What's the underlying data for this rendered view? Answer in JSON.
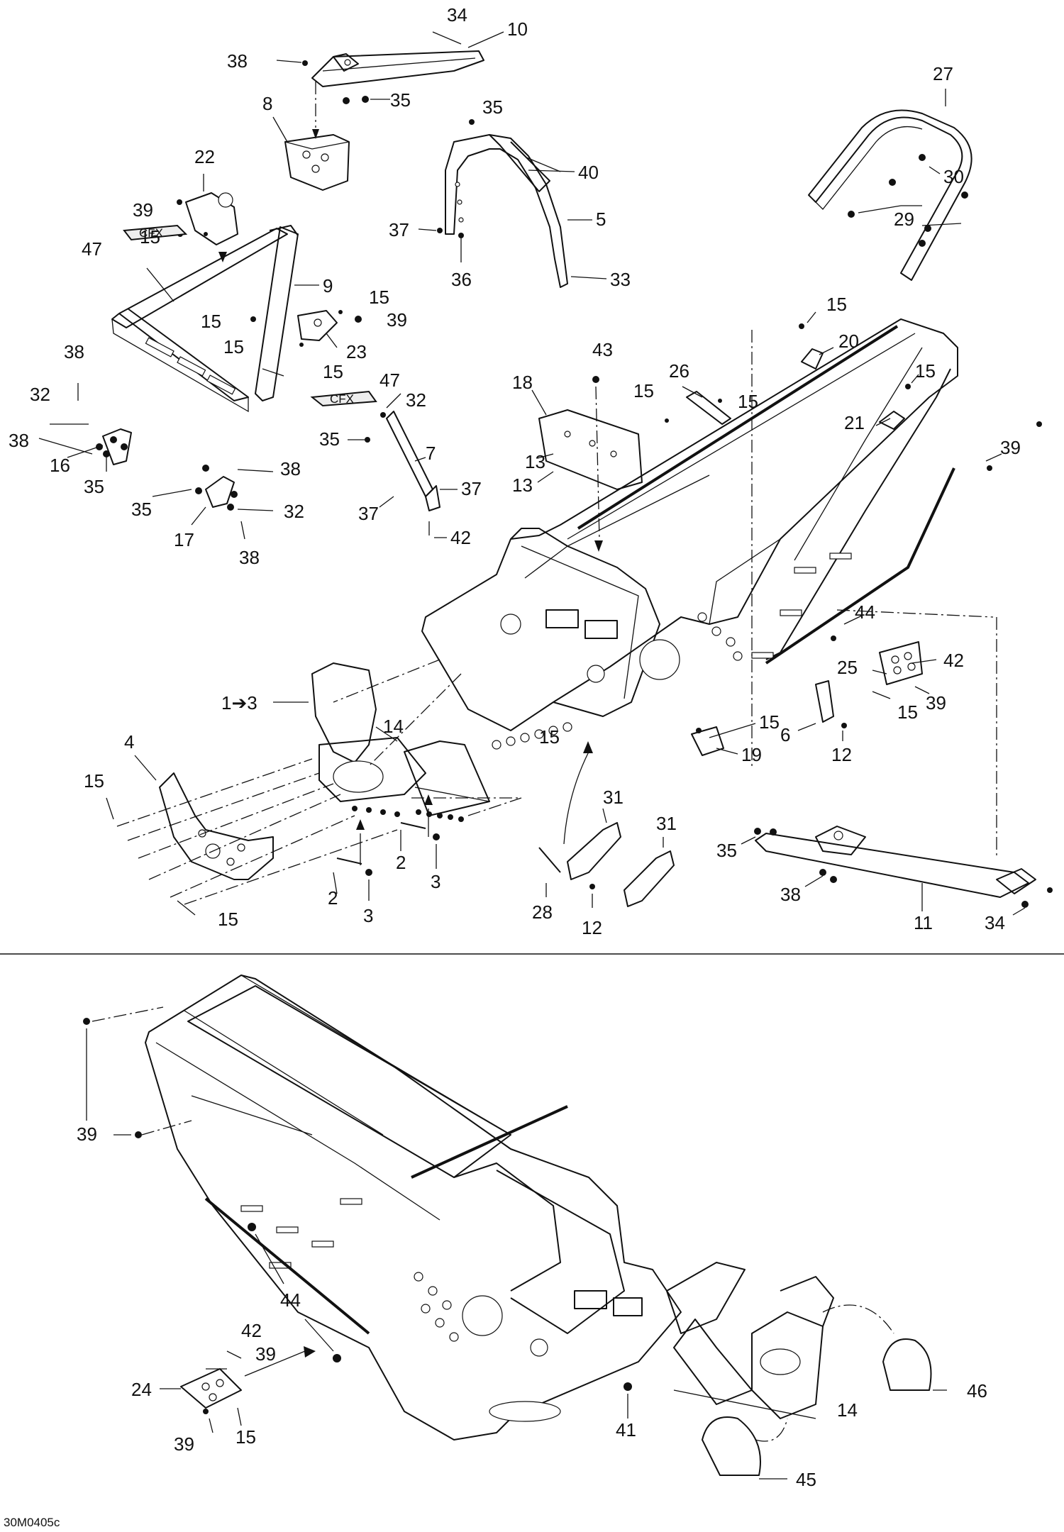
{
  "diagram": {
    "reference_code": "30M0405c",
    "upper_view_callouts": {
      "c34_top": "34",
      "c10": "10",
      "c38_top": "38",
      "c35_top": "35",
      "c8": "8",
      "c35_handle": "35",
      "c40": "40",
      "c5": "5",
      "c37_handle": "37",
      "c36": "36",
      "c33": "33",
      "c27": "27",
      "c30": "30",
      "c29": "29",
      "c22": "22",
      "c39_a": "39",
      "c15_a": "15",
      "c47_a": "47",
      "c9": "9",
      "c15_b": "15",
      "c39_b": "39",
      "c15_c": "15",
      "c15_d": "15",
      "c23": "23",
      "c15_e": "15",
      "c47_b": "47",
      "c32_a": "32",
      "c35_b": "35",
      "c7": "7",
      "c38_a": "38",
      "c32_b": "32",
      "c38_b": "38",
      "c16": "16",
      "c35_c": "35",
      "c38_c": "38",
      "c35_d": "35",
      "c32_c": "32",
      "c17": "17",
      "c38_d": "38",
      "c37_a": "37",
      "c37_b": "37",
      "c42_a": "42",
      "c43": "43",
      "c18": "18",
      "c26": "26",
      "c15_f": "15",
      "c15_g": "15",
      "c13_a": "13",
      "c13_b": "13",
      "c15_h": "15",
      "c20": "20",
      "c15_i": "15",
      "c21": "21",
      "c39_c": "39",
      "c44_a": "44",
      "c25": "25",
      "c42_b": "42",
      "c39_d": "39",
      "c15_j": "15",
      "c6": "6",
      "c12_a": "12",
      "c15_k": "15",
      "c19": "19",
      "c1_3": "1➔3",
      "c4": "4",
      "c14_a": "14",
      "c15_l": "15",
      "c15_m": "15",
      "c2_a": "2",
      "c3_a": "3",
      "c2_b": "2",
      "c3_b": "3",
      "c15_n": "15",
      "c31_a": "31",
      "c31_b": "31",
      "c28": "28",
      "c12_b": "12",
      "c35_e": "35",
      "c38_e": "38",
      "c11": "11",
      "c34_b": "34"
    },
    "lower_view_callouts": {
      "c39_e": "39",
      "c44_b": "44",
      "c42_c": "42",
      "c39_f": "39",
      "c24": "24",
      "c39_g": "39",
      "c15_o": "15",
      "c41": "41",
      "c14_b": "14",
      "c46": "46",
      "c45": "45"
    }
  }
}
